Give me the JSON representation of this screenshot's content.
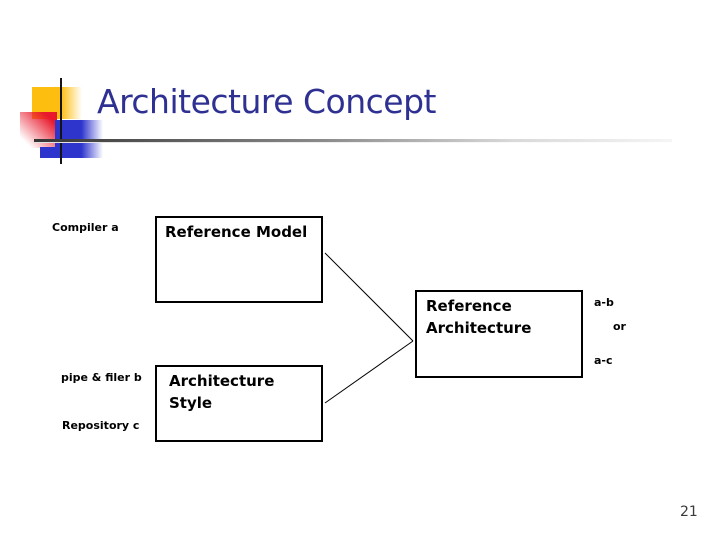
{
  "slide": {
    "title": "Architecture Concept",
    "page_number": "21"
  },
  "theme": {
    "title_color": "#2e3192",
    "accent_yellow": "#febe10",
    "accent_red": "#e8192c",
    "accent_blue": "#2e35cd",
    "box_border_color": "#000000"
  },
  "diagram": {
    "boxes": [
      {
        "label": "Reference Model"
      },
      {
        "label": "Reference Architecture"
      },
      {
        "label": "Architecture Style"
      }
    ],
    "left_labels": [
      {
        "label": "Compiler a"
      },
      {
        "label": "pipe & filer b"
      },
      {
        "label": "Repository c"
      }
    ],
    "right_labels": [
      {
        "label": "a-b"
      },
      {
        "label": "or"
      },
      {
        "label": "a-c"
      }
    ]
  }
}
